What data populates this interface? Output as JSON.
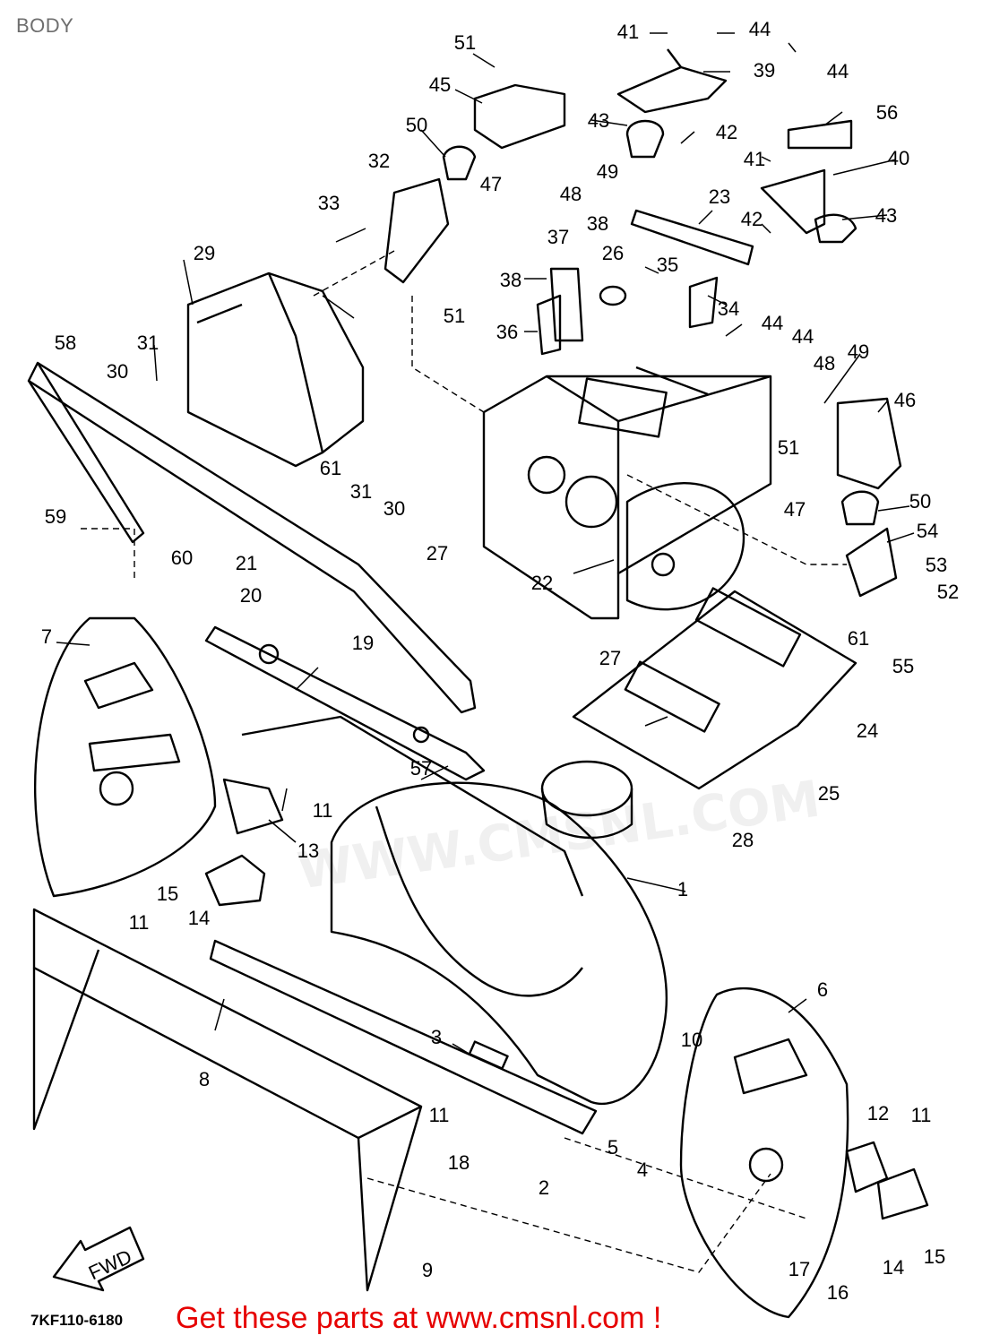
{
  "title": "BODY",
  "part_labels": [
    "1",
    "2",
    "3",
    "4",
    "5",
    "6",
    "7",
    "8",
    "9",
    "10",
    "11",
    "11",
    "11",
    "11",
    "12",
    "13",
    "14",
    "14",
    "15",
    "15",
    "16",
    "17",
    "18",
    "19",
    "20",
    "21",
    "22",
    "23",
    "24",
    "25",
    "26",
    "27",
    "27",
    "28",
    "29",
    "30",
    "30",
    "31",
    "31",
    "32",
    "33",
    "34",
    "35",
    "36",
    "37",
    "38",
    "38",
    "39",
    "40",
    "41",
    "41",
    "42",
    "42",
    "43",
    "43",
    "44",
    "44",
    "44",
    "44",
    "45",
    "46",
    "47",
    "47",
    "48",
    "48",
    "49",
    "49",
    "50",
    "50",
    "51",
    "51",
    "51",
    "52",
    "53",
    "54",
    "55",
    "56",
    "57",
    "58",
    "59",
    "60",
    "61",
    "61"
  ],
  "diagram_code": "7KF110-6180",
  "cta_text": "Get these parts at www.cmsnl.com !",
  "watermark_text": "WWW.CMSNL.COM",
  "icons": [
    "fwd-arrow-icon"
  ],
  "fwd_label": "FWD",
  "colors": {
    "line": "#000000",
    "cta": "#e60000",
    "title": "#6e6e6e"
  }
}
